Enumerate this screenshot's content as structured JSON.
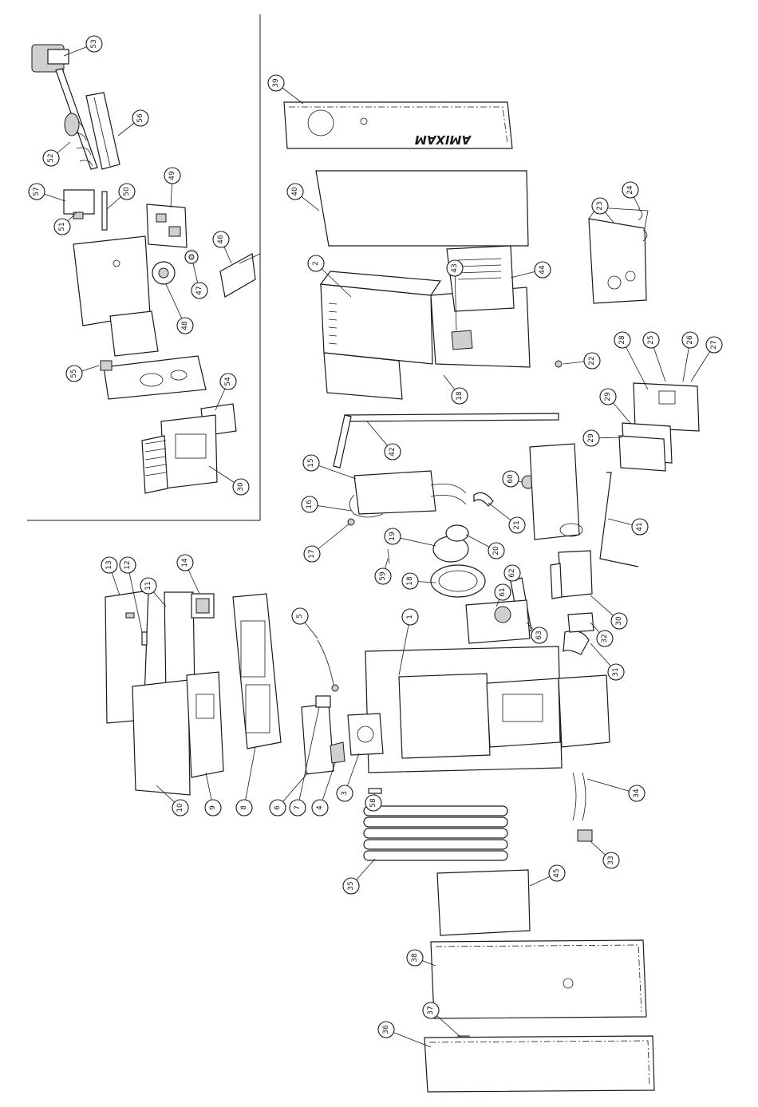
{
  "brand_text": "AMIXAM",
  "labels": [
    {
      "id": "53",
      "n": "53"
    },
    {
      "id": "39",
      "n": "39"
    },
    {
      "id": "56",
      "n": "56"
    },
    {
      "id": "52",
      "n": "52"
    },
    {
      "id": "57",
      "n": "57"
    },
    {
      "id": "51",
      "n": "51"
    },
    {
      "id": "50",
      "n": "50"
    },
    {
      "id": "49",
      "n": "49"
    },
    {
      "id": "40",
      "n": "40"
    },
    {
      "id": "24",
      "n": "24"
    },
    {
      "id": "23",
      "n": "23"
    },
    {
      "id": "46",
      "n": "46"
    },
    {
      "id": "47",
      "n": "47"
    },
    {
      "id": "48",
      "n": "48"
    },
    {
      "id": "2",
      "n": "2"
    },
    {
      "id": "43",
      "n": "43"
    },
    {
      "id": "44",
      "n": "44"
    },
    {
      "id": "55",
      "n": "55"
    },
    {
      "id": "22",
      "n": "22"
    },
    {
      "id": "28",
      "n": "28"
    },
    {
      "id": "25",
      "n": "25"
    },
    {
      "id": "26",
      "n": "26"
    },
    {
      "id": "27",
      "n": "27"
    },
    {
      "id": "18a",
      "n": "18"
    },
    {
      "id": "54",
      "n": "54"
    },
    {
      "id": "29a",
      "n": "29"
    },
    {
      "id": "29b",
      "n": "29"
    },
    {
      "id": "42",
      "n": "42"
    },
    {
      "id": "30a",
      "n": "30"
    },
    {
      "id": "15",
      "n": "15"
    },
    {
      "id": "60",
      "n": "60"
    },
    {
      "id": "16",
      "n": "16"
    },
    {
      "id": "21",
      "n": "21"
    },
    {
      "id": "41",
      "n": "41"
    },
    {
      "id": "17",
      "n": "17"
    },
    {
      "id": "19",
      "n": "19"
    },
    {
      "id": "20",
      "n": "20"
    },
    {
      "id": "59",
      "n": "59"
    },
    {
      "id": "62",
      "n": "62"
    },
    {
      "id": "13",
      "n": "13"
    },
    {
      "id": "12",
      "n": "12"
    },
    {
      "id": "14",
      "n": "14"
    },
    {
      "id": "11",
      "n": "11"
    },
    {
      "id": "18b",
      "n": "18"
    },
    {
      "id": "61",
      "n": "61"
    },
    {
      "id": "30b",
      "n": "30"
    },
    {
      "id": "5",
      "n": "5"
    },
    {
      "id": "1",
      "n": "1"
    },
    {
      "id": "63",
      "n": "63"
    },
    {
      "id": "32",
      "n": "32"
    },
    {
      "id": "31",
      "n": "31"
    },
    {
      "id": "10",
      "n": "10"
    },
    {
      "id": "9",
      "n": "9"
    },
    {
      "id": "8",
      "n": "8"
    },
    {
      "id": "6",
      "n": "6"
    },
    {
      "id": "7",
      "n": "7"
    },
    {
      "id": "4",
      "n": "4"
    },
    {
      "id": "3",
      "n": "3"
    },
    {
      "id": "58",
      "n": "58"
    },
    {
      "id": "34",
      "n": "34"
    },
    {
      "id": "33",
      "n": "33"
    },
    {
      "id": "35",
      "n": "35"
    },
    {
      "id": "45",
      "n": "45"
    },
    {
      "id": "38",
      "n": "38"
    },
    {
      "id": "37",
      "n": "37"
    },
    {
      "id": "36",
      "n": "36"
    }
  ]
}
